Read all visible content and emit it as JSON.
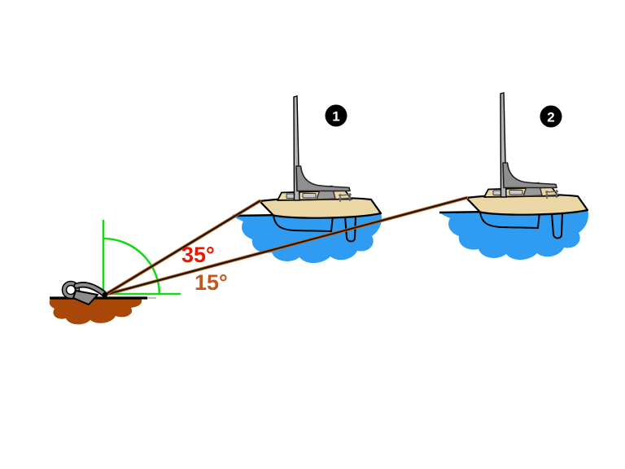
{
  "diagram": {
    "badges": {
      "boat1": "1",
      "boat2": "2"
    },
    "angles": {
      "upper_label": "35°",
      "lower_label": "15°"
    }
  },
  "colors": {
    "background": "#FFFFFF",
    "water": "#2F9CF2",
    "hull": "#EBD7A6",
    "cabin_window": "#C9C9C9",
    "sail": "#8F8F8F",
    "mast": "#B3B3B3",
    "dodger": "#999999",
    "seabed": "#A84708",
    "anchor": "#8C8C8C",
    "guide": "#1ED41E",
    "rope_core": "#171717",
    "rope_fringe": "#C8651D",
    "angle_upper": "#E61A00",
    "angle_lower": "#C0571C",
    "badge_bg": "#000000",
    "badge_text": "#FFFFFF",
    "outline": "#000000"
  }
}
